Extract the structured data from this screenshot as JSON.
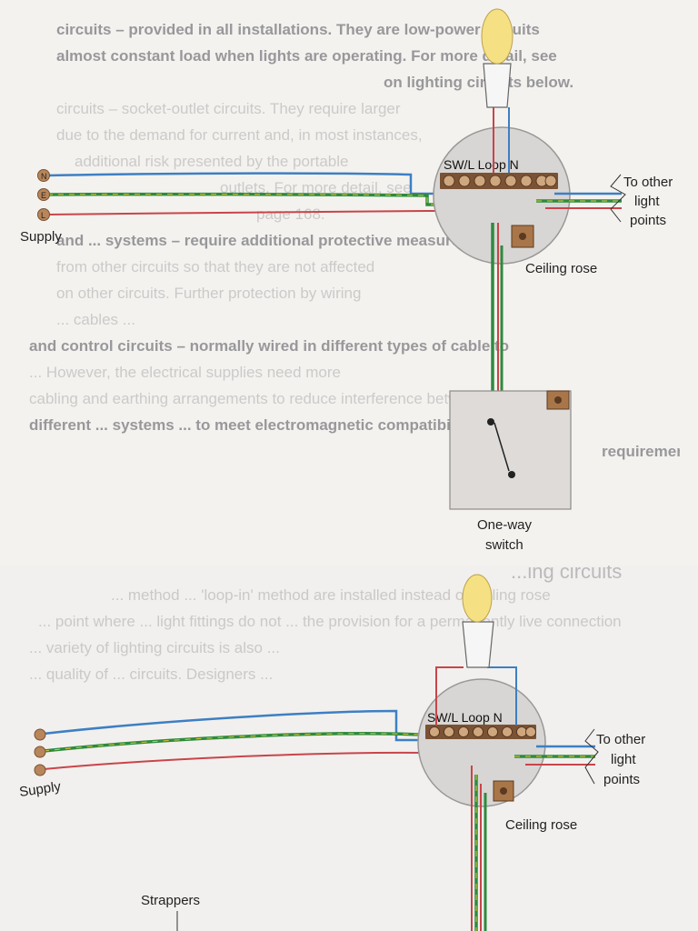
{
  "top_diagram": {
    "labels": {
      "supply": "Supply",
      "ceiling_rose": "Ceiling rose",
      "terminals": "SW/L Loop   N",
      "to_other_line1": "To other",
      "to_other_line2": "light",
      "to_other_line3": "points",
      "switch_line1": "One-way",
      "switch_line2": "switch",
      "supply_terminals": [
        "N",
        "E",
        "L"
      ]
    },
    "background_text": [
      "circuits – provided in all installations. They are low-power circuits",
      "almost constant load when lights are operating. For more detail, see",
      "on lighting circuits below.",
      "circuits – socket-outlet circuits. They require larger",
      "due to the demand for current and, in most instances,",
      "additional risk presented by the portable",
      "outlets. For more detail, see",
      "page 168.",
      "and ... systems – require additional protective measures",
      "from other circuits so that they are not affected",
      "on other circuits. Further protection by wiring",
      "... cables ...",
      "and control circuits – normally wired in different types of cable to",
      "... However, the electrical supplies need more",
      "cabling and earthing arrangements to reduce interference between",
      "different ... systems ... to meet electromagnetic compatibility (EMC)",
      "requirements."
    ]
  },
  "bottom_diagram": {
    "labels": {
      "supply": "Supply",
      "ceiling_rose": "Ceiling rose",
      "terminals": "SW/L Loop   N",
      "to_other_line1": "To other",
      "to_other_line2": "light",
      "to_other_line3": "points",
      "strappers": "Strappers"
    },
    "section_heading": "...ing circuits",
    "background_text": [
      "... method ... 'loop-in' method are installed instead of ceiling rose",
      "... point where ... light fittings do not ... the provision for a permanently live connection",
      "... variety of lighting circuits is also ... ",
      "... quality of ... circuits. Designers ..."
    ]
  },
  "colors": {
    "live": "#c8454a",
    "neutral": "#3d7fc3",
    "earth_green": "#2e8a3e",
    "earth_yellow": "#d8c93a",
    "terminal_block": "#7a5234",
    "rose_fill": "#d8d6d4",
    "switch_fill": "#dedbd9"
  }
}
